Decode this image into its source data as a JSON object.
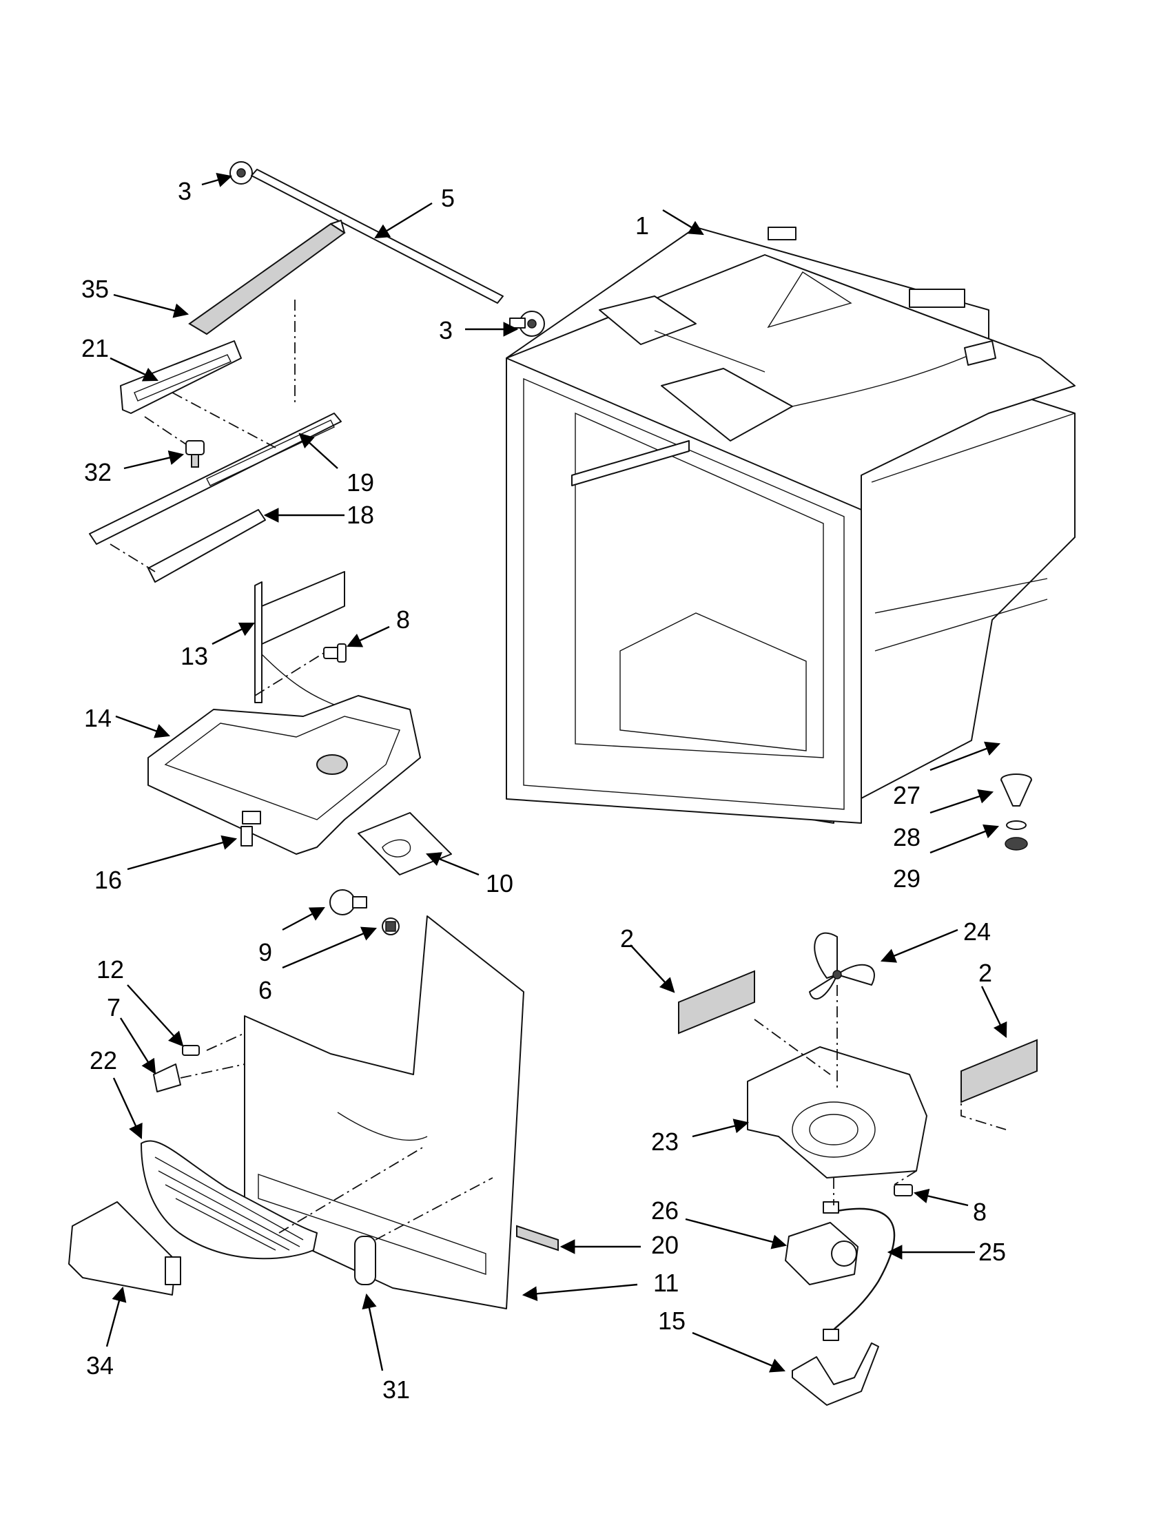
{
  "callouts": [
    {
      "id": "c3a",
      "text": "3"
    },
    {
      "id": "c5",
      "text": "5"
    },
    {
      "id": "c1",
      "text": "1"
    },
    {
      "id": "c35",
      "text": "35"
    },
    {
      "id": "c3b",
      "text": "3"
    },
    {
      "id": "c21",
      "text": "21"
    },
    {
      "id": "c32",
      "text": "32"
    },
    {
      "id": "c19",
      "text": "19"
    },
    {
      "id": "c18",
      "text": "18"
    },
    {
      "id": "c8a",
      "text": "8"
    },
    {
      "id": "c13",
      "text": "13"
    },
    {
      "id": "c14",
      "text": "14"
    },
    {
      "id": "c27",
      "text": "27"
    },
    {
      "id": "c28",
      "text": "28"
    },
    {
      "id": "c29",
      "text": "29"
    },
    {
      "id": "c16",
      "text": "16"
    },
    {
      "id": "c10",
      "text": "10"
    },
    {
      "id": "c9",
      "text": "9"
    },
    {
      "id": "c6",
      "text": "6"
    },
    {
      "id": "c2a",
      "text": "2"
    },
    {
      "id": "c24",
      "text": "24"
    },
    {
      "id": "c2b",
      "text": "2"
    },
    {
      "id": "c12",
      "text": "12"
    },
    {
      "id": "c7",
      "text": "7"
    },
    {
      "id": "c22",
      "text": "22"
    },
    {
      "id": "c23",
      "text": "23"
    },
    {
      "id": "c8b",
      "text": "8"
    },
    {
      "id": "c26",
      "text": "26"
    },
    {
      "id": "c20",
      "text": "20"
    },
    {
      "id": "c25",
      "text": "25"
    },
    {
      "id": "c11",
      "text": "11"
    },
    {
      "id": "c15",
      "text": "15"
    },
    {
      "id": "c34",
      "text": "34"
    },
    {
      "id": "c31",
      "text": "31"
    }
  ]
}
